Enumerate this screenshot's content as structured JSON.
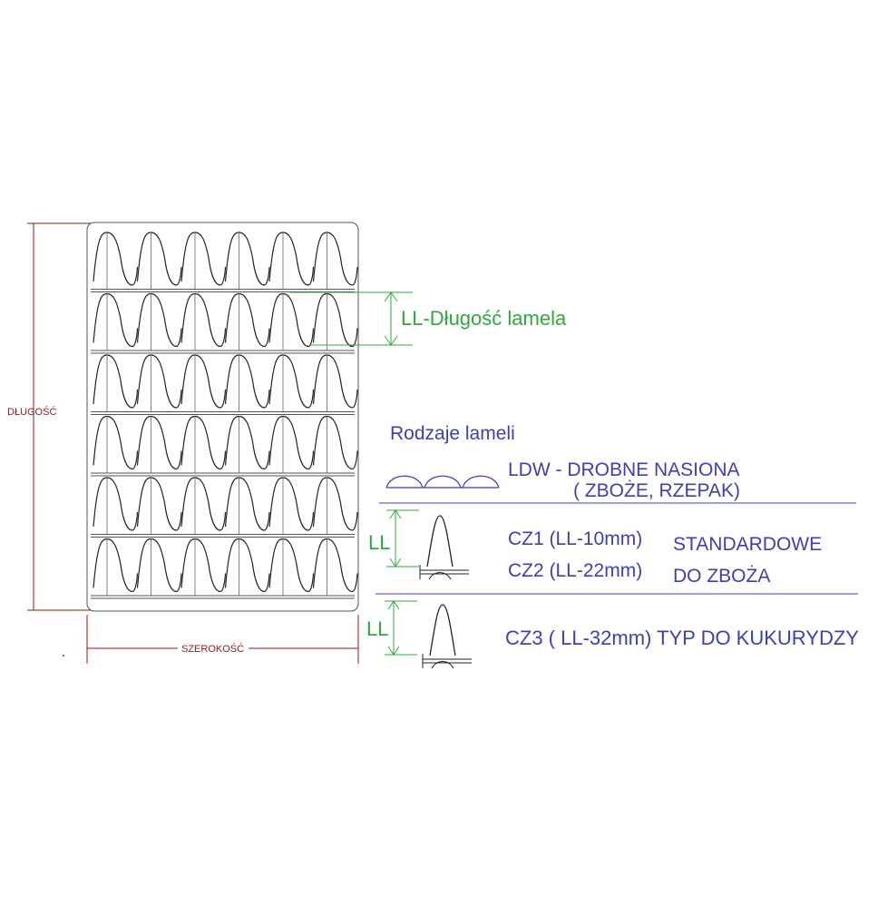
{
  "colors": {
    "dimension_red": "#8b1a1a",
    "lamella_green": "#2eaa3a",
    "label_blue": "#3f3fb3",
    "outline": "#222222"
  },
  "dimensions": {
    "length_label": "DŁUGOŚĆ",
    "width_label": "SZEROKOŚĆ",
    "lamella_length_label": "LL-Długość lamela"
  },
  "grid": {
    "rows": 6,
    "columns": 6
  },
  "types": {
    "heading": "Rodzaje lameli",
    "ldw_line1": "LDW - DROBNE NASIONA",
    "ldw_line2": "( ZBOŻE, RZEPAK)",
    "ll_marker": "LL",
    "cz1": "CZ1 (LL-10mm)",
    "cz2": "CZ2 (LL-22mm)",
    "standard_line1": "STANDARDOWE",
    "standard_line2": "DO ZBOŻA",
    "cz3": "CZ3 ( LL-32mm) TYP DO KUKURYDZY"
  }
}
